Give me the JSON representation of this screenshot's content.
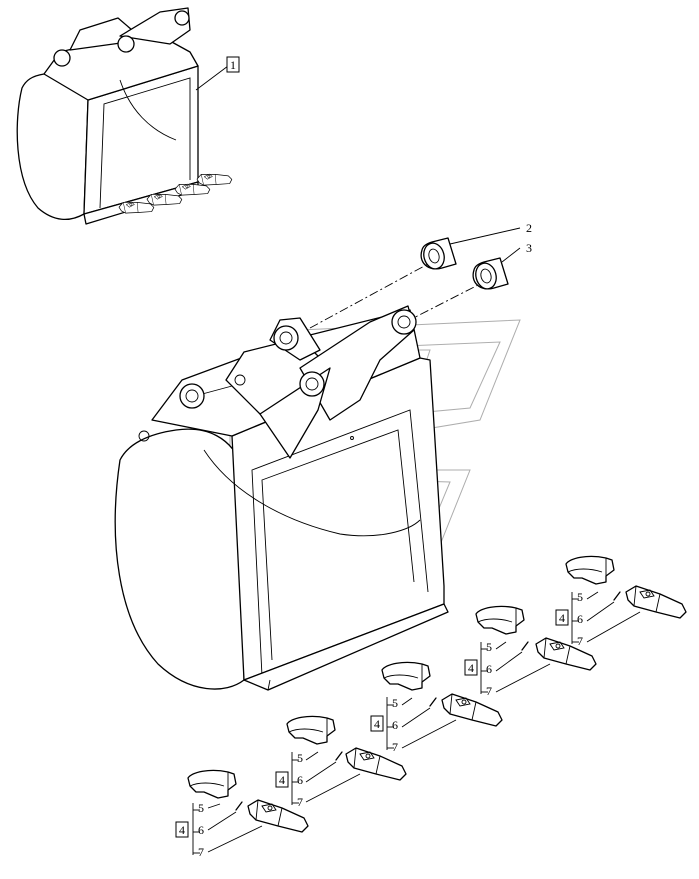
{
  "callouts": {
    "bucket_assembly": "1",
    "bushing_a": "2",
    "bushing_b": "3",
    "tooth_group": "4",
    "tooth": "5",
    "pin": "6",
    "adapter": "7"
  }
}
